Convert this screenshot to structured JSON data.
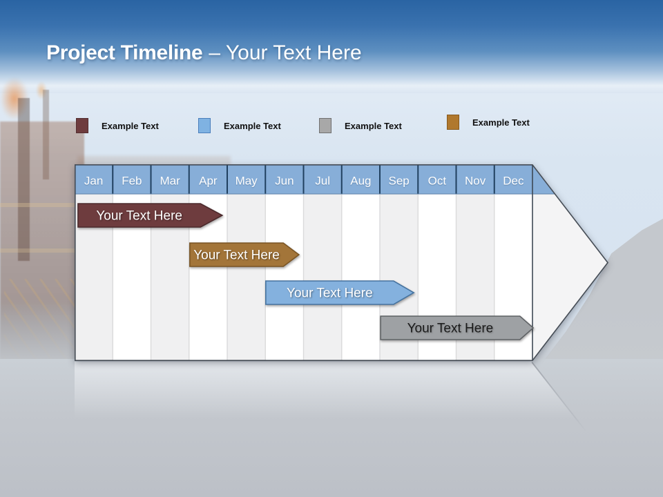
{
  "title": {
    "bold": "Project Timeline",
    "rest": "– Your Text Here"
  },
  "legend": {
    "items": [
      {
        "label": "Example Text",
        "color": "#6E3C3E",
        "border": "#532E30"
      },
      {
        "label": "Example Text",
        "color": "#7FB2E2",
        "border": "#4A7EBB"
      },
      {
        "label": "Example Text",
        "color": "#A8A8A8",
        "border": "#707070"
      },
      {
        "label": "Example Text",
        "color": "#B0782D",
        "border": "#86591E"
      }
    ]
  },
  "timeline": {
    "months": [
      "Jan",
      "Feb",
      "Mar",
      "Apr",
      "May",
      "Jun",
      "Jul",
      "Aug",
      "Sep",
      "Oct",
      "Nov",
      "Dec"
    ],
    "header_fill": "#87AED8",
    "header_text_color": "#FFFFFF",
    "header_divider_color": "#20405F",
    "header_bottom_line_color": "#5F82A8",
    "stripe_colors": [
      "#F0F0F1",
      "#FFFFFF"
    ],
    "column_divider_color": "#DADADB",
    "tip_fill": "#F4F4F5",
    "outline_color": "#454C55",
    "bars": [
      {
        "label": "Your Text Here",
        "fill": "#6E3C3E",
        "stroke": "#4B2A2C",
        "text_color": "#FFFFFF",
        "start_month": 0.09,
        "body_end_month": 3.3,
        "tip_end_month": 3.87,
        "row": 0
      },
      {
        "label": "Your Text Here",
        "fill": "#A37539",
        "stroke": "#7A5524",
        "text_color": "#FFFFFF",
        "start_month": 3.02,
        "body_end_month": 5.47,
        "tip_end_month": 5.88,
        "row": 1
      },
      {
        "label": "Your Text Here",
        "fill": "#84B1DE",
        "stroke": "#46739F",
        "text_color": "#FFFFFF",
        "start_month": 5.01,
        "body_end_month": 8.36,
        "tip_end_month": 8.89,
        "row": 2
      },
      {
        "label": "Your Text Here",
        "fill": "#9EA1A4",
        "stroke": "#5F6265",
        "text_color": "#1A1A1A",
        "start_month": 8.02,
        "body_end_month": 11.67,
        "tip_end_month": 12.02,
        "row": 3
      }
    ]
  }
}
